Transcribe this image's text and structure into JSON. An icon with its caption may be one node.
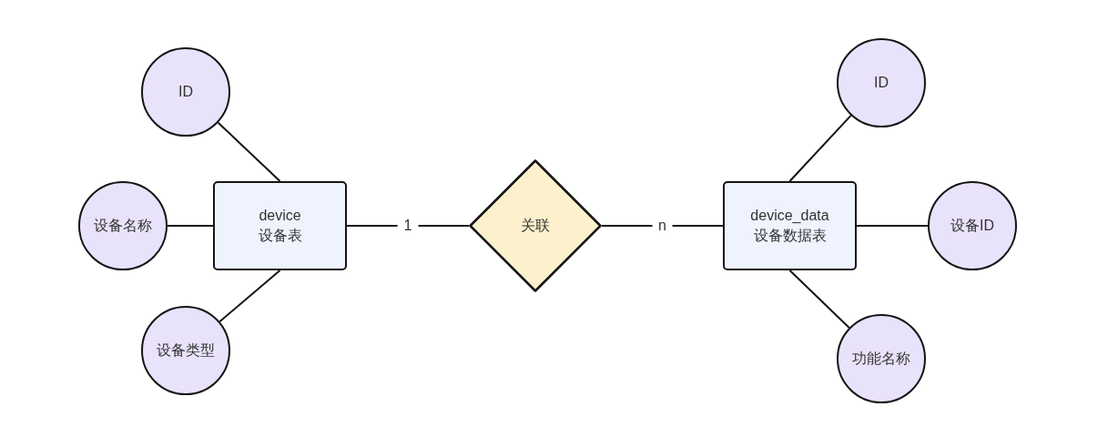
{
  "diagram": {
    "nodes": [
      {
        "text": [
          "device",
          "设备表"
        ]
      },
      {
        "text": [
          "ID"
        ]
      },
      {
        "text": [
          "设备名称"
        ]
      },
      {
        "text": [
          "设备类型"
        ]
      },
      {
        "text": [
          "关联"
        ]
      },
      {
        "text": [
          "device_data",
          "设备数据表"
        ]
      },
      {
        "text": [
          "ID"
        ]
      },
      {
        "text": [
          "设备ID"
        ]
      },
      {
        "text": [
          "功能名称"
        ]
      }
    ],
    "edges": [
      {
        "from": 0,
        "to": 1,
        "arrow": "none"
      },
      {
        "from": 0,
        "to": 2,
        "arrow": "none"
      },
      {
        "from": 0,
        "to": 3,
        "arrow": "none"
      },
      {
        "from": 0,
        "to": 4,
        "label": "1",
        "arrow": "none"
      },
      {
        "from": 4,
        "to": 5,
        "label": "n",
        "arrow": "none"
      },
      {
        "from": 5,
        "to": 6,
        "arrow": "none"
      },
      {
        "from": 5,
        "to": 7,
        "arrow": "none"
      },
      {
        "from": 5,
        "to": 8,
        "arrow": "none"
      }
    ]
  }
}
